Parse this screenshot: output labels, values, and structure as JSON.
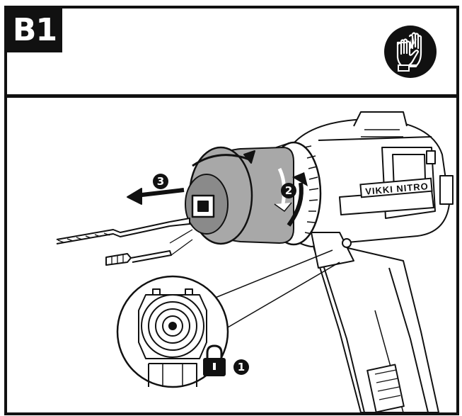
{
  "step": {
    "label": "B1"
  },
  "icons": {
    "gloves": "gloves-icon",
    "lock": "lock-icon",
    "arrow_left": "arrow-left-icon",
    "arrow_rotate": "rotate-arrow-icon"
  },
  "steps": [
    {
      "number": "1"
    },
    {
      "number": "2"
    },
    {
      "number": "3"
    }
  ],
  "tool": {
    "brand": "VIKKI NITRO"
  },
  "colors": {
    "ink": "#111111",
    "chuck_fill": "#a8a8a8",
    "chuck_dark": "#8a8a8a",
    "paper": "#ffffff"
  }
}
